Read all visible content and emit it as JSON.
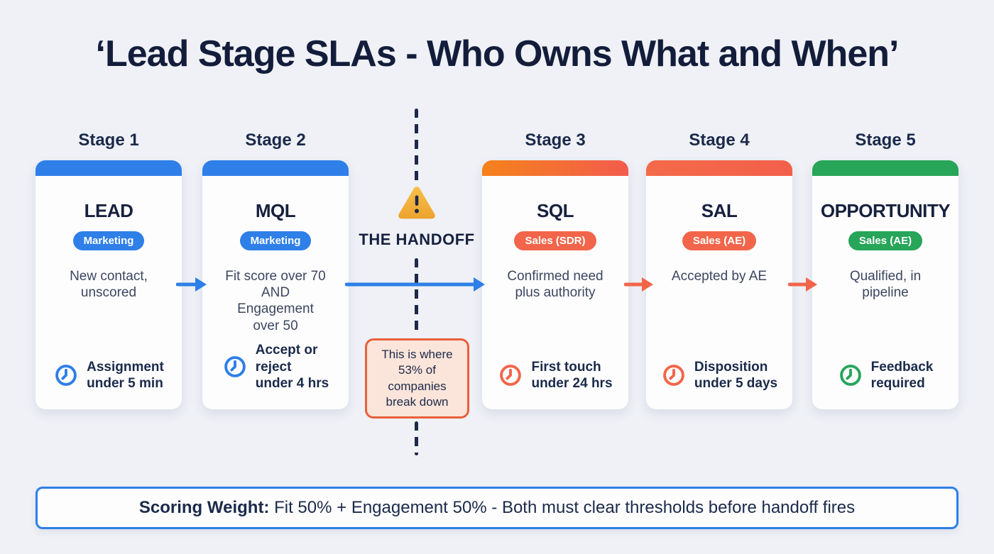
{
  "title": "‘Lead Stage SLAs - Who Owns What and When’",
  "stages": [
    {
      "label": "Stage 1",
      "name": "LEAD",
      "owner": "Marketing",
      "description": "New contact,\nunscored",
      "sla": "Assignment\nunder 5 min",
      "accent": "#2E7FE8",
      "bar_from": "#2E7FE8",
      "bar_to": "#2E7FE8"
    },
    {
      "label": "Stage 2",
      "name": "MQL",
      "owner": "Marketing",
      "description": "Fit score over 70\nAND\nEngagement\nover 50",
      "sla": "Accept or\nreject\nunder 4 hrs",
      "accent": "#2E7FE8",
      "bar_from": "#2E7FE8",
      "bar_to": "#2E7FE8"
    },
    {
      "label": "Stage 3",
      "name": "SQL",
      "owner": "Sales (SDR)",
      "description": "Confirmed need\nplus authority",
      "sla": "First touch\nunder 24 hrs",
      "accent": "#F2654A",
      "bar_from": "#F5821C",
      "bar_to": "#F25C4D"
    },
    {
      "label": "Stage 4",
      "name": "SAL",
      "owner": "Sales (AE)",
      "description": "Accepted by AE",
      "sla": "Disposition\nunder 5 days",
      "accent": "#F2654A",
      "bar_from": "#F46A49",
      "bar_to": "#F2604B"
    },
    {
      "label": "Stage 5",
      "name": "OPPORTUNITY",
      "owner": "Sales (AE)",
      "description": "Qualified, in\npipeline",
      "sla": "Feedback\nrequired",
      "accent": "#27A559",
      "bar_from": "#27A559",
      "bar_to": "#27A559"
    }
  ],
  "handoff": {
    "title": "THE HANDOFF",
    "warning_icon": "warning-triangle-icon",
    "callout": "This is where\n53% of\ncompanies\nbreak down"
  },
  "arrows": [
    {
      "from": "LEAD",
      "to": "MQL",
      "color": "#2E7FE8"
    },
    {
      "from": "MQL",
      "to": "SQL",
      "color": "#2E7FE8"
    },
    {
      "from": "SQL",
      "to": "SAL",
      "color": "#F2654A"
    },
    {
      "from": "SAL",
      "to": "OPPORTUNITY",
      "color": "#F2654A"
    }
  ],
  "footer": {
    "bold": "Scoring Weight:",
    "text": " Fit 50% + Engagement 50% - Both must clear thresholds before handoff fires"
  },
  "colors": {
    "background": "#EFF1F6",
    "title_text": "#131D3B",
    "dark_navy": "#1B2A4A",
    "blue": "#2E7FE8",
    "orange": "#F2654A",
    "orange_gradient_start": "#F5821C",
    "green": "#27A559",
    "warning_amber_top": "#F6C14A",
    "warning_amber_bottom": "#EDA22E",
    "dash": "#1B2A4A",
    "callout_bg": "#FBE4D9",
    "callout_border": "#E8603C",
    "banner_border": "#2E7FE8"
  }
}
